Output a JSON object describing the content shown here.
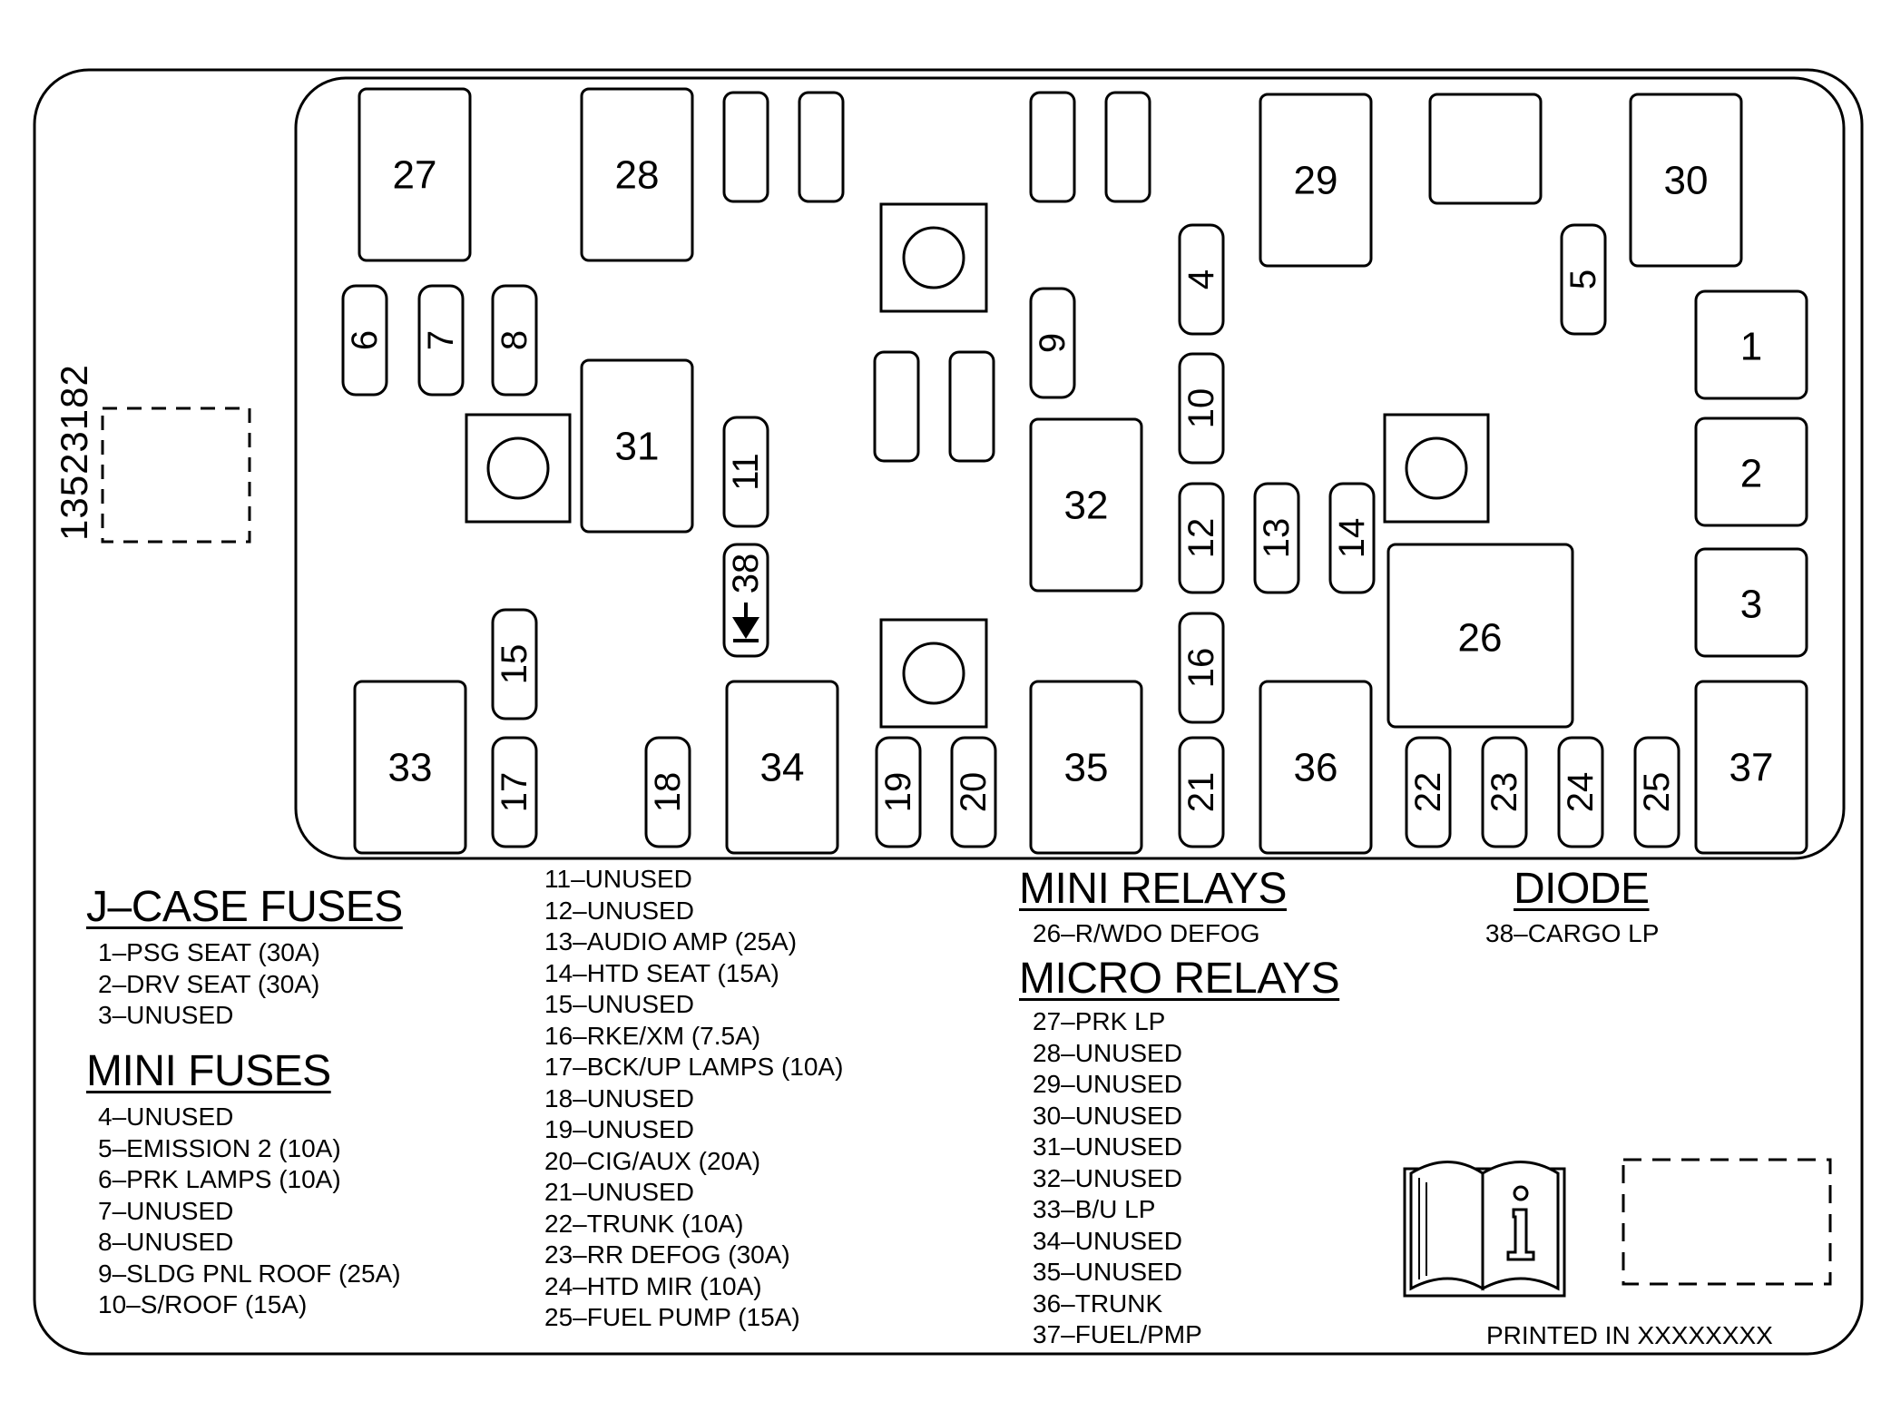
{
  "part_number": "13523182",
  "components": {
    "relays": [
      "27",
      "28",
      "29",
      "30",
      "31",
      "32",
      "26",
      "33",
      "34",
      "35",
      "36",
      "37",
      "1",
      "2",
      "3"
    ],
    "fuses": [
      "4",
      "5",
      "6",
      "7",
      "8",
      "9",
      "10",
      "11",
      "12",
      "13",
      "14",
      "15",
      "16",
      "17",
      "18",
      "19",
      "20",
      "21",
      "22",
      "23",
      "24",
      "25"
    ],
    "diode": "38"
  },
  "legend": {
    "j_case_fuses": {
      "heading": "J–CASE FUSES",
      "items": [
        "1–PSG SEAT (30A)",
        "2–DRV SEAT (30A)",
        "3–UNUSED"
      ]
    },
    "mini_fuses": {
      "heading": "MINI FUSES",
      "items": [
        "4–UNUSED",
        "5–EMISSION 2 (10A)",
        "6–PRK LAMPS (10A)",
        "7–UNUSED",
        "8–UNUSED",
        "9–SLDG PNL ROOF (25A)",
        "10–S/ROOF (15A)"
      ]
    },
    "mini_fuses_cont": {
      "items": [
        "11–UNUSED",
        "12–UNUSED",
        "13–AUDIO AMP (25A)",
        "14–HTD SEAT (15A)",
        "15–UNUSED",
        "16–RKE/XM (7.5A)",
        "17–BCK/UP LAMPS (10A)",
        "18–UNUSED",
        "19–UNUSED",
        "20–CIG/AUX (20A)",
        "21–UNUSED",
        "22–TRUNK (10A)",
        "23–RR DEFOG (30A)",
        "24–HTD MIR (10A)",
        "25–FUEL PUMP (15A)"
      ]
    },
    "mini_relays": {
      "heading": "MINI RELAYS",
      "items": [
        "26–R/WDO DEFOG"
      ]
    },
    "micro_relays": {
      "heading": "MICRO RELAYS",
      "items": [
        "27–PRK LP",
        "28–UNUSED",
        "29–UNUSED",
        "30–UNUSED",
        "31–UNUSED",
        "32–UNUSED",
        "33–B/U LP",
        "34–UNUSED",
        "35–UNUSED",
        "36–TRUNK",
        "37–FUEL/PMP"
      ]
    },
    "diode": {
      "heading": "DIODE",
      "items": [
        "38–CARGO LP"
      ]
    }
  },
  "icons": {
    "manual": "owner-manual-info-icon"
  },
  "footer": {
    "printed": "PRINTED IN XXXXXXXX"
  }
}
